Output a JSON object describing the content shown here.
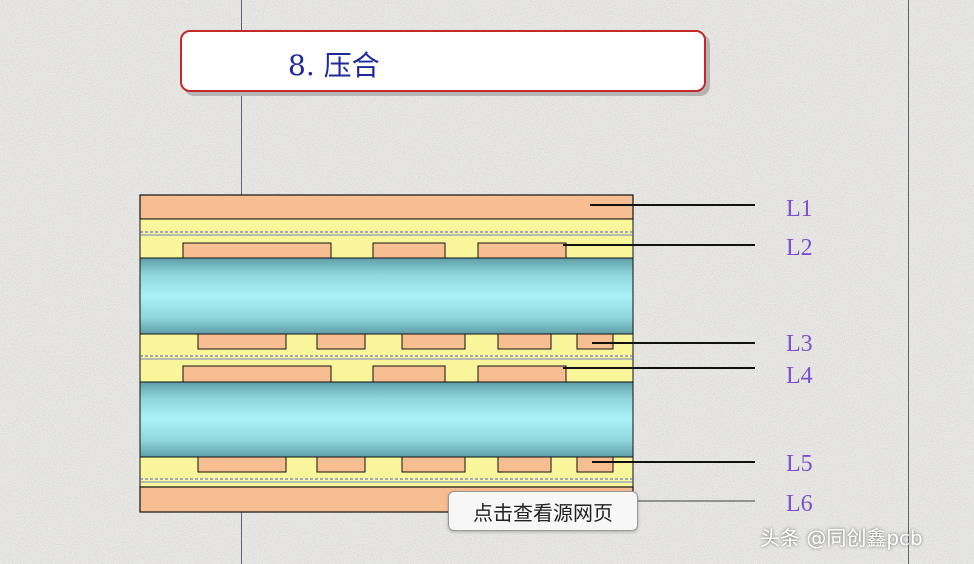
{
  "title": "8. 压合",
  "layers": [
    "L1",
    "L2",
    "L3",
    "L4",
    "L5",
    "L6"
  ],
  "source_button": "点击查看源网页",
  "watermark": "头条 @同创鑫pcb",
  "colors": {
    "copper": "#f7bf91",
    "prepreg": "#f8f59b",
    "core": "#98e3e6",
    "label": "#7f4fd0",
    "title_text": "#1e2a9b",
    "title_border": "#c62828"
  }
}
